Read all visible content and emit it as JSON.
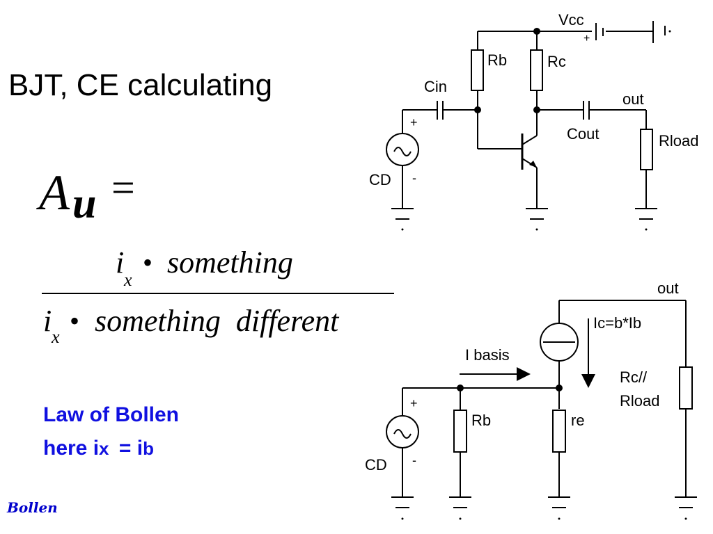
{
  "slide": {
    "title": "BJT, CE calculating",
    "formula": {
      "lhs_symbol": "A",
      "lhs_subscript": "u",
      "equals": "=",
      "numerator": {
        "var": "i",
        "sub": "x",
        "op": "•",
        "text": "something"
      },
      "denominator": {
        "var": "i",
        "sub": "x",
        "op": "•",
        "text": "something  different"
      }
    },
    "law_line1": "Law of Bollen",
    "law_line2_prefix": "here i",
    "law_line2_sub1": "x",
    "law_line2_mid": "= i",
    "law_line2_sub2": "b",
    "signature": "Bollen"
  },
  "circuit1": {
    "labels": {
      "vcc": "Vcc",
      "plus_vcc": "+",
      "rb": "Rb",
      "rc": "Rc",
      "cin": "Cin",
      "plus_source": "+",
      "minus_source": "-",
      "cd": "CD",
      "cout": "Cout",
      "out": "out",
      "rload": "Rload"
    }
  },
  "circuit2": {
    "labels": {
      "out": "out",
      "ic": "Ic=b*Ib",
      "i_basis": "I basis",
      "rc_rload_1": "Rc//",
      "rc_rload_2": "Rload",
      "plus_source": "+",
      "minus_source": "-",
      "cd": "CD",
      "rb": "Rb",
      "re": "re"
    }
  },
  "colors": {
    "law_text": "#1010e0",
    "signature": "#0000cc",
    "lines": "#000000"
  }
}
